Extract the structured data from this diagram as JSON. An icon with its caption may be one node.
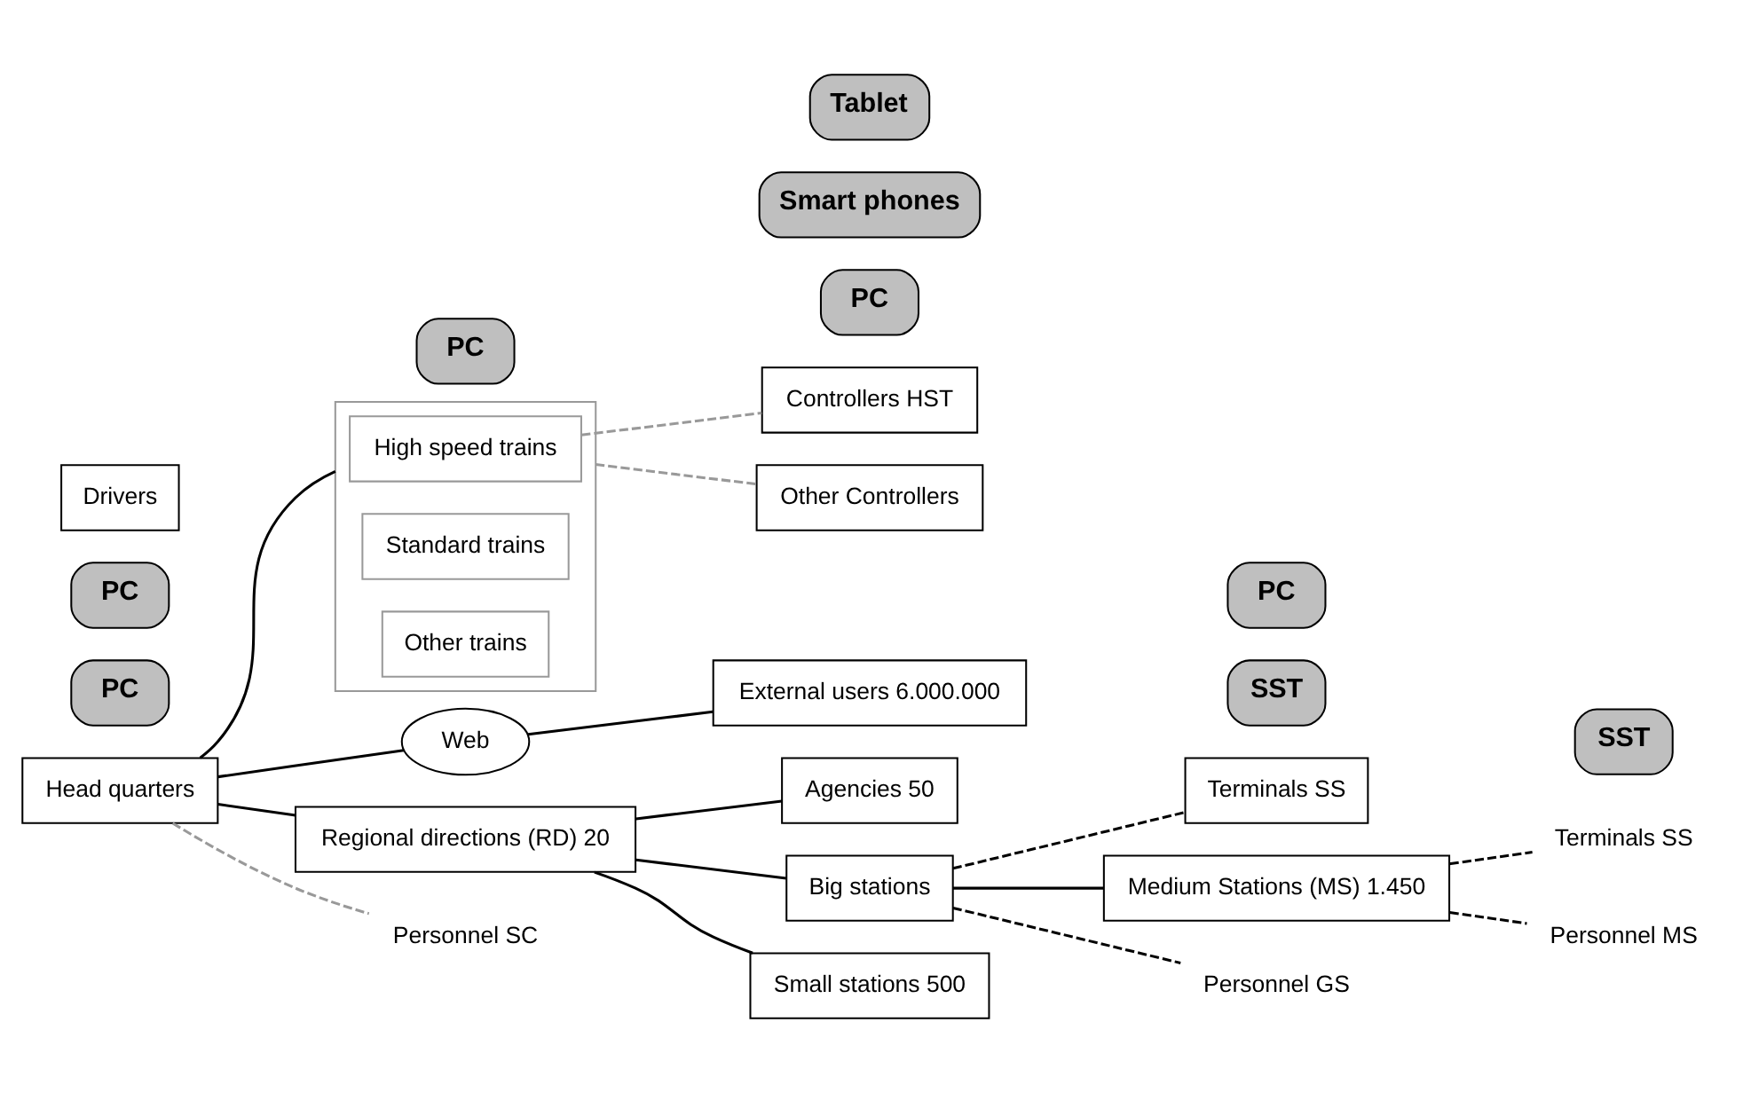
{
  "diagram": {
    "nodes": [
      {
        "text": [
          "External users 6.000.000"
        ]
      },
      {
        "text": [
          "Web"
        ]
      },
      {
        "text": [
          "Head quarters"
        ]
      },
      {
        "text": [
          "PC"
        ]
      },
      {
        "text": [
          "Regional directions (RD) 20"
        ]
      },
      {
        "text": [
          "PC"
        ]
      },
      {
        "text": [
          "Agencies 50"
        ]
      },
      {
        "text": [
          "Terminals SS"
        ]
      },
      {
        "text": [
          "SST"
        ]
      },
      {
        "text": [
          "SST"
        ]
      },
      {
        "text": [
          "Terminals SS"
        ]
      },
      {
        "text": [
          "Big stations"
        ]
      },
      {
        "text": [
          "PC"
        ]
      },
      {
        "text": [
          "Medium Stations (MS) 1.450"
        ]
      },
      {
        "text": [
          "PC"
        ]
      },
      {
        "text": [
          "Small stations 500"
        ]
      },
      {
        "text": [
          "Smart phones"
        ]
      },
      {
        "text": [
          "Personnel GS"
        ]
      },
      {
        "text": [
          "Personnel MS"
        ]
      },
      {
        "text": [
          "Personnel SC"
        ]
      },
      {
        "text": [
          "PC"
        ]
      },
      {
        "text": [],
        "shape": "box"
      },
      {
        "text": [
          "High speed trains"
        ],
        "in": 21
      },
      {
        "text": [
          "Standard trains"
        ],
        "in": 21
      },
      {
        "text": [
          "Other trains"
        ],
        "in": 21
      },
      {
        "text": [
          "Drivers"
        ]
      },
      {
        "text": [
          "Controllers HST"
        ]
      },
      {
        "text": [
          "Tablet"
        ]
      },
      {
        "text": [
          "Other Controllers"
        ]
      }
    ],
    "edges": [
      {
        "from": 1,
        "to": 0,
        "arrow": "none"
      },
      {
        "from": 2,
        "to": 1,
        "arrow": "none"
      },
      {
        "from": 2,
        "to": 4,
        "arrow": "none"
      },
      {
        "from": 4,
        "to": 6,
        "arrow": "none"
      },
      {
        "from": 4,
        "to": 11,
        "arrow": "none"
      },
      {
        "from": 4,
        "to": 15,
        "arrow": "none"
      },
      {
        "from": 11,
        "to": 13,
        "arrow": "none"
      },
      {
        "from": 2,
        "to": 21,
        "arrow": "none"
      },
      {
        "from": 2,
        "to": 19,
        "arrow": "none",
        "style": "dashed",
        "color": "#999999"
      },
      {
        "from": 11,
        "to": 7,
        "arrow": "none",
        "style": "dashed"
      },
      {
        "from": 13,
        "to": 10,
        "arrow": "none",
        "style": "dashed"
      },
      {
        "from": 11,
        "to": 17,
        "arrow": "none",
        "style": "dashed"
      },
      {
        "from": 13,
        "to": 18,
        "arrow": "none",
        "style": "dashed"
      },
      {
        "from": 22,
        "to": 26,
        "arrow": "none",
        "style": "dashed",
        "color": "#999999"
      },
      {
        "from": 21,
        "to": 28,
        "arrow": "none",
        "style": "dashed",
        "color": "#999999"
      }
    ]
  }
}
